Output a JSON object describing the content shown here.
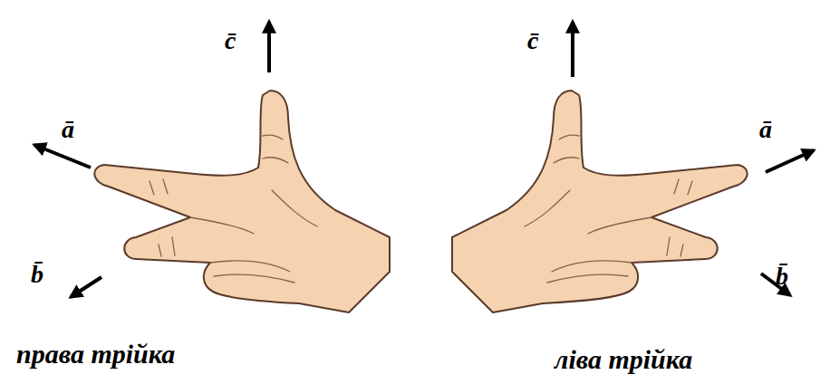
{
  "diagram": {
    "labels": [
      "c̄",
      "ā",
      "b̄",
      "права трійка",
      "c̄",
      "ā",
      "b̄",
      "ліва трійка"
    ]
  }
}
